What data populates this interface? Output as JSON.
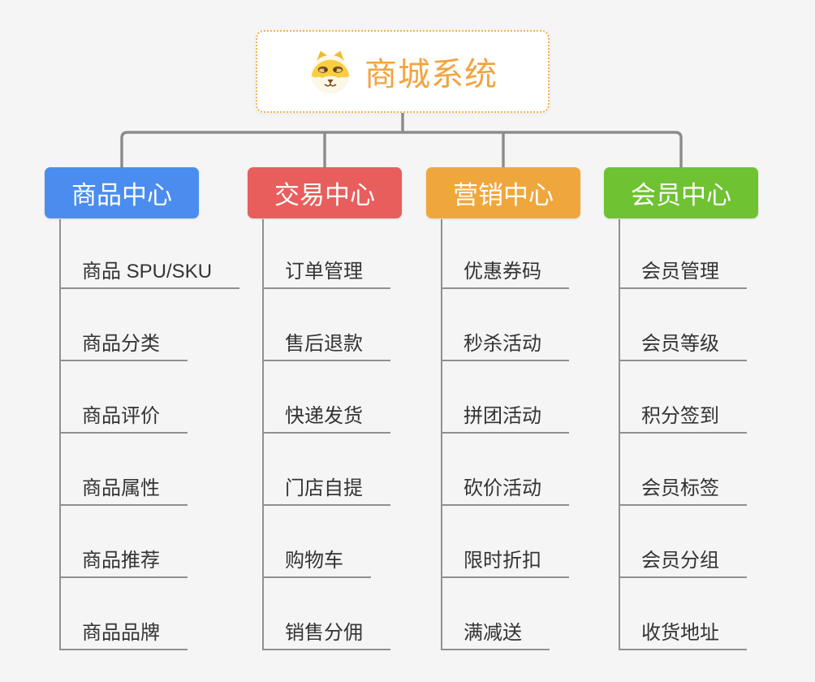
{
  "root": {
    "title": "商城系统",
    "icon": "shiba-dog-icon",
    "border_color": "#F2AE57",
    "title_color": "#F2A440"
  },
  "branches": [
    {
      "label": "商品中心",
      "color": "#4A8DEE",
      "children": [
        "商品 SPU/SKU",
        "商品分类",
        "商品评价",
        "商品属性",
        "商品推荐",
        "商品品牌"
      ]
    },
    {
      "label": "交易中心",
      "color": "#E85E5C",
      "children": [
        "订单管理",
        "售后退款",
        "快递发货",
        "门店自提",
        "购物车",
        "销售分佣"
      ]
    },
    {
      "label": "营销中心",
      "color": "#EFA73D",
      "children": [
        "优惠券码",
        "秒杀活动",
        "拼团活动",
        "砍价活动",
        "限时折扣",
        "满减送"
      ]
    },
    {
      "label": "会员中心",
      "color": "#6FC232",
      "children": [
        "会员管理",
        "会员等级",
        "积分签到",
        "会员标签",
        "会员分组",
        "收货地址"
      ]
    }
  ],
  "colors": {
    "background": "#F5F5F5",
    "connector": "#8B8B8B",
    "child_line": "#909090",
    "child_text": "#333333",
    "branch_text": "#FFFFFF"
  }
}
